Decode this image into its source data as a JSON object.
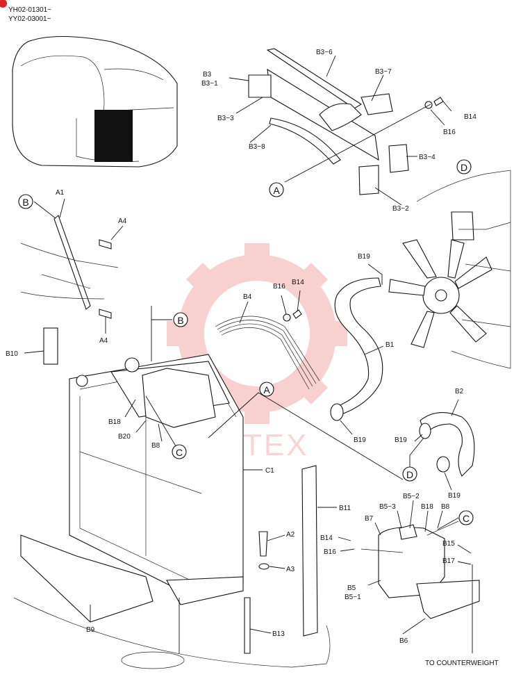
{
  "header": {
    "serial_1": "YH02-01301~",
    "serial_2": "YY02-03001~"
  },
  "watermark": "IHTEX",
  "callouts": {
    "A": "A",
    "B": "B",
    "C": "C",
    "D": "D"
  },
  "labels": {
    "b3_6": "B3−6",
    "b3": "B3",
    "b3_1": "B3−1",
    "b3_7": "B3−7",
    "b14_top": "B14",
    "b16_top": "B16",
    "b3_3": "B3−3",
    "b3_8": "B3−8",
    "b3_4": "B3−4",
    "b3_2": "B3−2",
    "a1": "A1",
    "a4_top": "A4",
    "a4_bottom": "A4",
    "b10": "B10",
    "b19_top": "B19",
    "b16_mid": "B16",
    "b14_mid": "B14",
    "b4": "B4",
    "b1": "B1",
    "b18": "B18",
    "b20": "B20",
    "b8": "B8",
    "b19_mid": "B19",
    "b2": "B2",
    "b19_right": "B19",
    "b19_bottom": "B19",
    "c1": "C1",
    "b11": "B11",
    "b5_3": "B5−3",
    "b5_2": "B5−2",
    "b7": "B7",
    "b18_right": "B18",
    "b8_right": "B8",
    "a2": "A2",
    "b14_bottom": "B14",
    "b16_bottom": "B16",
    "b15": "B15",
    "b17": "B17",
    "a3": "A3",
    "b5": "B5",
    "b5_1": "B5−1",
    "b9": "B9",
    "b13": "B13",
    "b6": "B6",
    "counterweight": "TO COUNTERWEIGHT"
  }
}
